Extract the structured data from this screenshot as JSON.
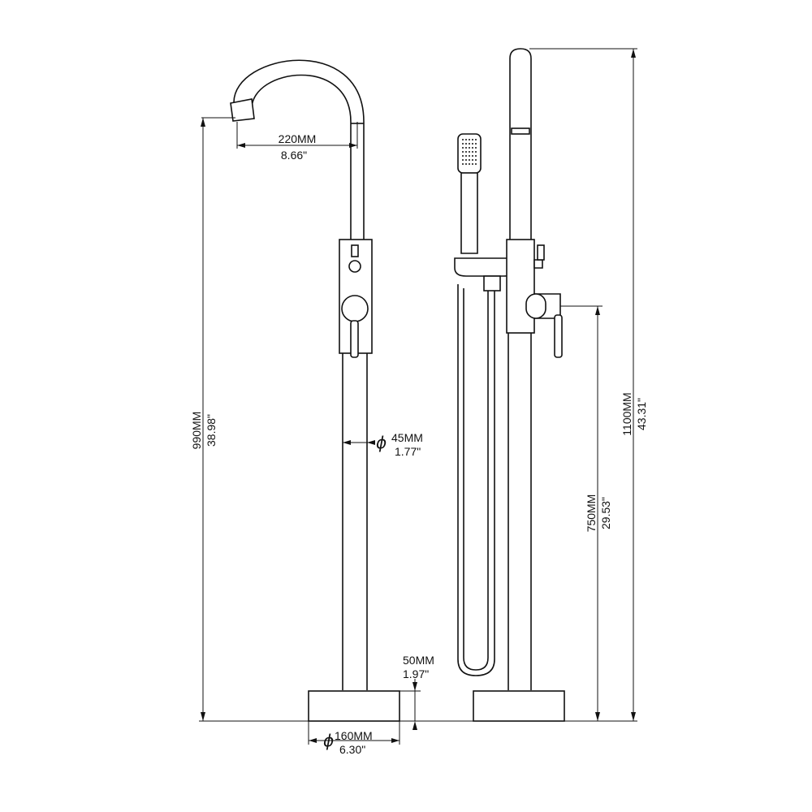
{
  "dimensions": {
    "spout_reach": {
      "mm": "220MM",
      "in": "8.66\""
    },
    "spout_height": {
      "mm": "990MM",
      "in": "38.98\""
    },
    "pipe_diameter": {
      "symbol": "ϕ",
      "mm": "45MM",
      "in": "1.77\""
    },
    "base_height": {
      "mm": "50MM",
      "in": "1.97\""
    },
    "base_diameter": {
      "symbol": "ϕ",
      "mm": "160MM",
      "in": "6.30\""
    },
    "overall_height": {
      "mm": "1100MM",
      "in": "43.31\""
    },
    "inlet_height": {
      "mm": "750MM",
      "in": "29.53\""
    }
  }
}
